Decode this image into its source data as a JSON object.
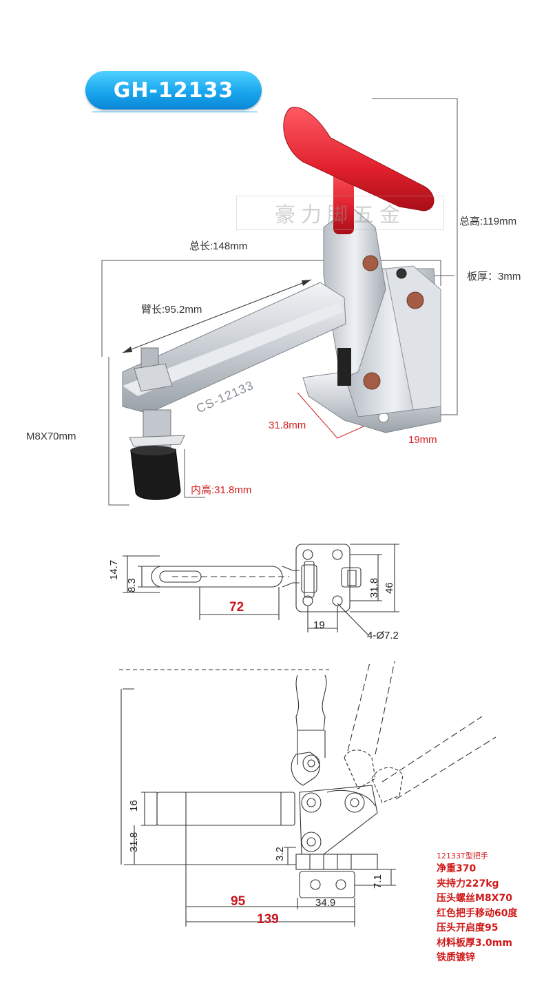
{
  "model_badge": "GH-12133",
  "watermark": "豪力脚五金",
  "clamp_text": "CS-12133",
  "photo_labels": {
    "total_height": "总高:119mm",
    "total_length": "总长:148mm",
    "plate_thickness": "板厚：3mm",
    "arm_length": "臂长:95.2mm",
    "screw": "M8X70mm",
    "hole_spacing_a": "31.8mm",
    "hole_spacing_b": "19mm",
    "inner_height": "内高:31.8mm"
  },
  "top_drawing": {
    "dim_14_7": "14.7",
    "dim_8_3": "8.3",
    "dim_72": "72",
    "dim_19": "19",
    "dim_31_8": "31.8",
    "dim_46": "46",
    "holes": "4-Ø7.2"
  },
  "side_drawing": {
    "dim_16": "16",
    "dim_31_8": "31.8",
    "dim_3_2": "3.2",
    "dim_7_1": "7.1",
    "dim_95": "95",
    "dim_34_9": "34.9",
    "dim_139": "139"
  },
  "specs": {
    "title": "12133T型把手",
    "rows": [
      "净重370",
      "夹持力227kg",
      "压头螺丝M8X70",
      "红色把手移动60度",
      "压头开启度95",
      "材料板厚3.0mm",
      "铁质镀锌"
    ]
  },
  "colors": {
    "badge": "#1aa6ee",
    "handle": "#e0202c",
    "spec_text": "#d01818",
    "red_dimension": "#c8161d"
  }
}
